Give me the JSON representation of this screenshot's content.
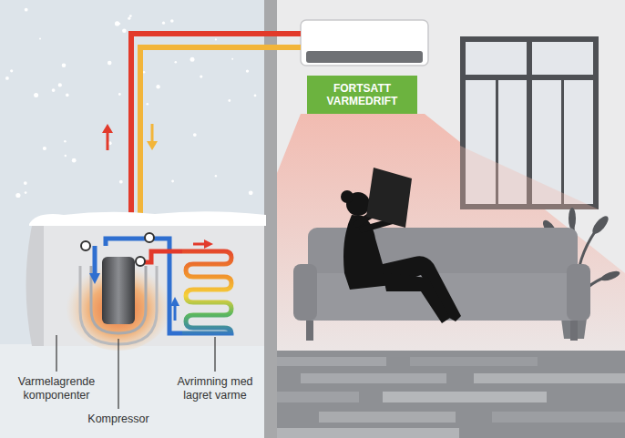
{
  "diagram": {
    "nodes": [
      {
        "text": [
          "FORTSATT VARMEDRIFT"
        ]
      }
    ],
    "labels": [
      "Varmelagrende komponenter",
      "Kompressor",
      "Avrimning med lagret varme"
    ]
  }
}
